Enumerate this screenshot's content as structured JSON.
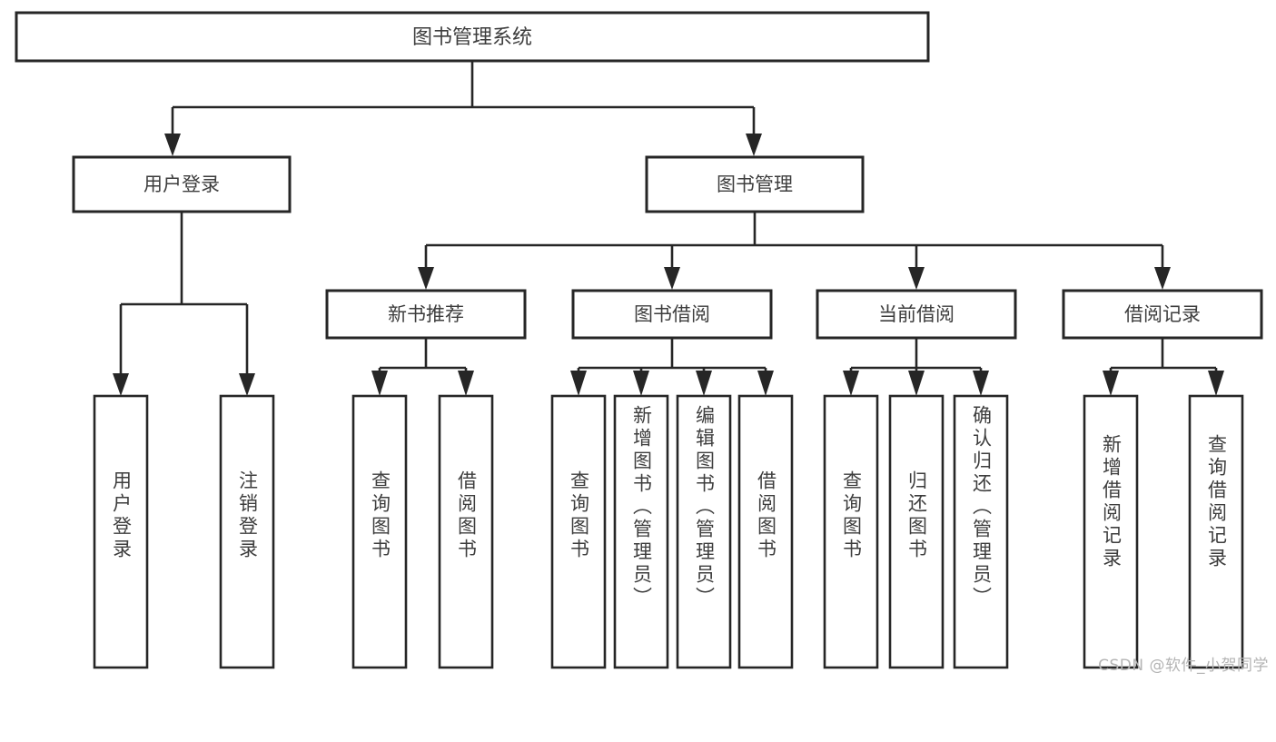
{
  "diagram": {
    "type": "tree-hierarchy-chart",
    "title": "图书管理系统",
    "background_color": "#ffffff",
    "line_color": "#262626",
    "text_color": "#3d3d3d",
    "watermark": "CSDN @软件_小贺同学",
    "root": {
      "id": "root",
      "label": "图书管理系统"
    },
    "level2": [
      {
        "id": "user-login",
        "label": "用户登录"
      },
      {
        "id": "book-management",
        "label": "图书管理"
      }
    ],
    "level3": [
      {
        "id": "new-book-recommend",
        "label": "新书推荐",
        "parent": "book-management"
      },
      {
        "id": "book-borrow",
        "label": "图书借阅",
        "parent": "book-management"
      },
      {
        "id": "current-borrow",
        "label": "当前借阅",
        "parent": "book-management"
      },
      {
        "id": "borrow-record",
        "label": "借阅记录",
        "parent": "book-management"
      }
    ],
    "leaves": [
      {
        "id": "leaf-user-login",
        "label": "用户登录",
        "parent": "user-login"
      },
      {
        "id": "leaf-logout",
        "label": "注销登录",
        "parent": "user-login"
      },
      {
        "id": "leaf-query-book-1",
        "label": "查询图书",
        "parent": "new-book-recommend"
      },
      {
        "id": "leaf-borrow-book-1",
        "label": "借阅图书",
        "parent": "new-book-recommend"
      },
      {
        "id": "leaf-query-book-2",
        "label": "查询图书",
        "parent": "book-borrow"
      },
      {
        "id": "leaf-add-book",
        "label": "新增图书（管理员）",
        "parent": "book-borrow"
      },
      {
        "id": "leaf-edit-book",
        "label": "编辑图书（管理员）",
        "parent": "book-borrow"
      },
      {
        "id": "leaf-borrow-book-2",
        "label": "借阅图书",
        "parent": "book-borrow"
      },
      {
        "id": "leaf-query-book-3",
        "label": "查询图书",
        "parent": "current-borrow"
      },
      {
        "id": "leaf-return-book",
        "label": "归还图书",
        "parent": "current-borrow"
      },
      {
        "id": "leaf-confirm-return",
        "label": "确认归还（管理员）",
        "parent": "current-borrow"
      },
      {
        "id": "leaf-add-record",
        "label": "新增借阅记录",
        "parent": "borrow-record"
      },
      {
        "id": "leaf-query-record",
        "label": "查询借阅记录",
        "parent": "borrow-record"
      }
    ]
  }
}
